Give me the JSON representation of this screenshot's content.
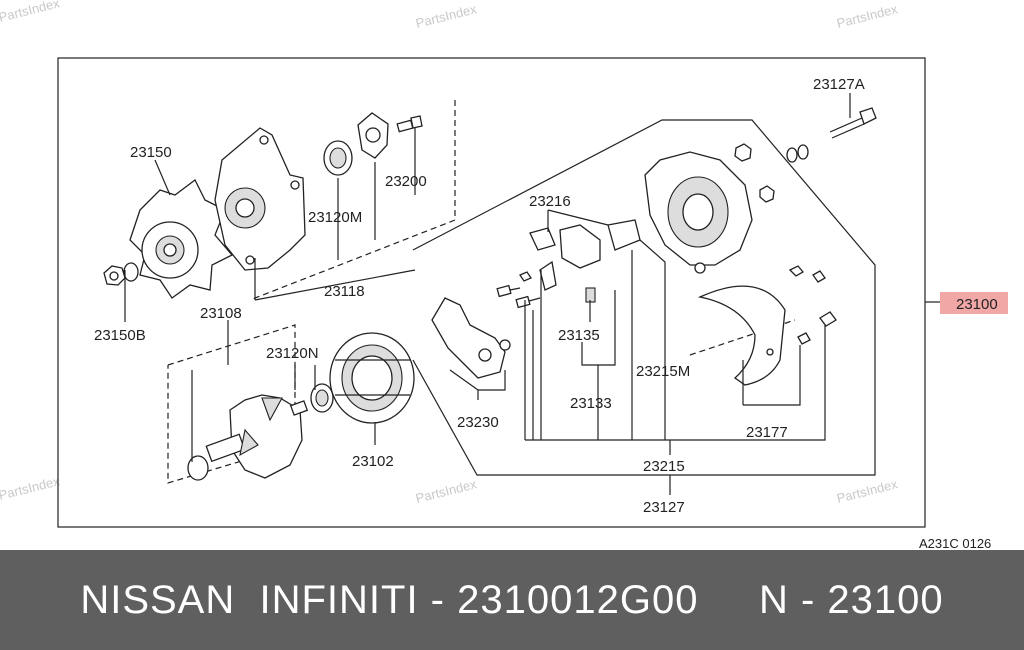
{
  "watermarks": [
    "PartsIndex",
    "PartsIndex",
    "PartsIndex",
    "PartsIndex",
    "PartsIndex",
    "PartsIndex"
  ],
  "drawing_code": "A231C 0126",
  "highlight": {
    "color": "#f2a7a7",
    "label": "23100"
  },
  "parts": {
    "p23150": "23150",
    "p23150B": "23150B",
    "p23108": "23108",
    "p23118": "23118",
    "p23120M": "23120M",
    "p23200": "23200",
    "p23120N": "23120N",
    "p23102": "23102",
    "p23127A": "23127A",
    "p23216": "23216",
    "p23135": "23135",
    "p23133": "23133",
    "p23215M": "23215M",
    "p23230": "23230",
    "p23177": "23177",
    "p23215": "23215",
    "p23127": "23127"
  },
  "banner": {
    "text": "NISSAN  INFINITI - 2310012G00     N - 23100"
  }
}
